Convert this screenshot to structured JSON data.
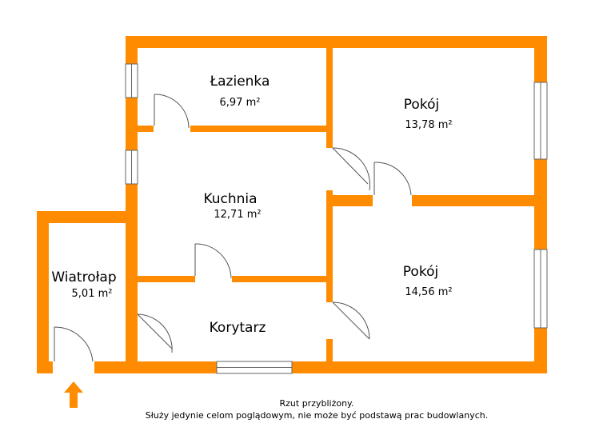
{
  "rooms": {
    "lazienka": {
      "name": "Łazienka",
      "area": "6,97 m²"
    },
    "pokoj_top": {
      "name": "Pokój",
      "area": "13,78 m²"
    },
    "kuchnia": {
      "name": "Kuchnia",
      "area": "12,71 m²"
    },
    "wiatrolap": {
      "name": "Wiatrołap",
      "area": "5,01 m²"
    },
    "korytarz": {
      "name": "Korytarz",
      "area": ""
    },
    "pokoj_bottom": {
      "name": "Pokój",
      "area": "14,56 m²"
    }
  },
  "footer": {
    "line1": "Rzut przybliżony.",
    "line2": "Służy jedynie celom poglądowym, nie może być podstawą prac budowlanych."
  },
  "colors": {
    "wall": "#ff8c00",
    "wall_stroke": "#e07800",
    "door_stroke": "#555555",
    "window_stroke": "#666666"
  },
  "icons": {
    "entrance": "entrance-arrow-icon"
  }
}
